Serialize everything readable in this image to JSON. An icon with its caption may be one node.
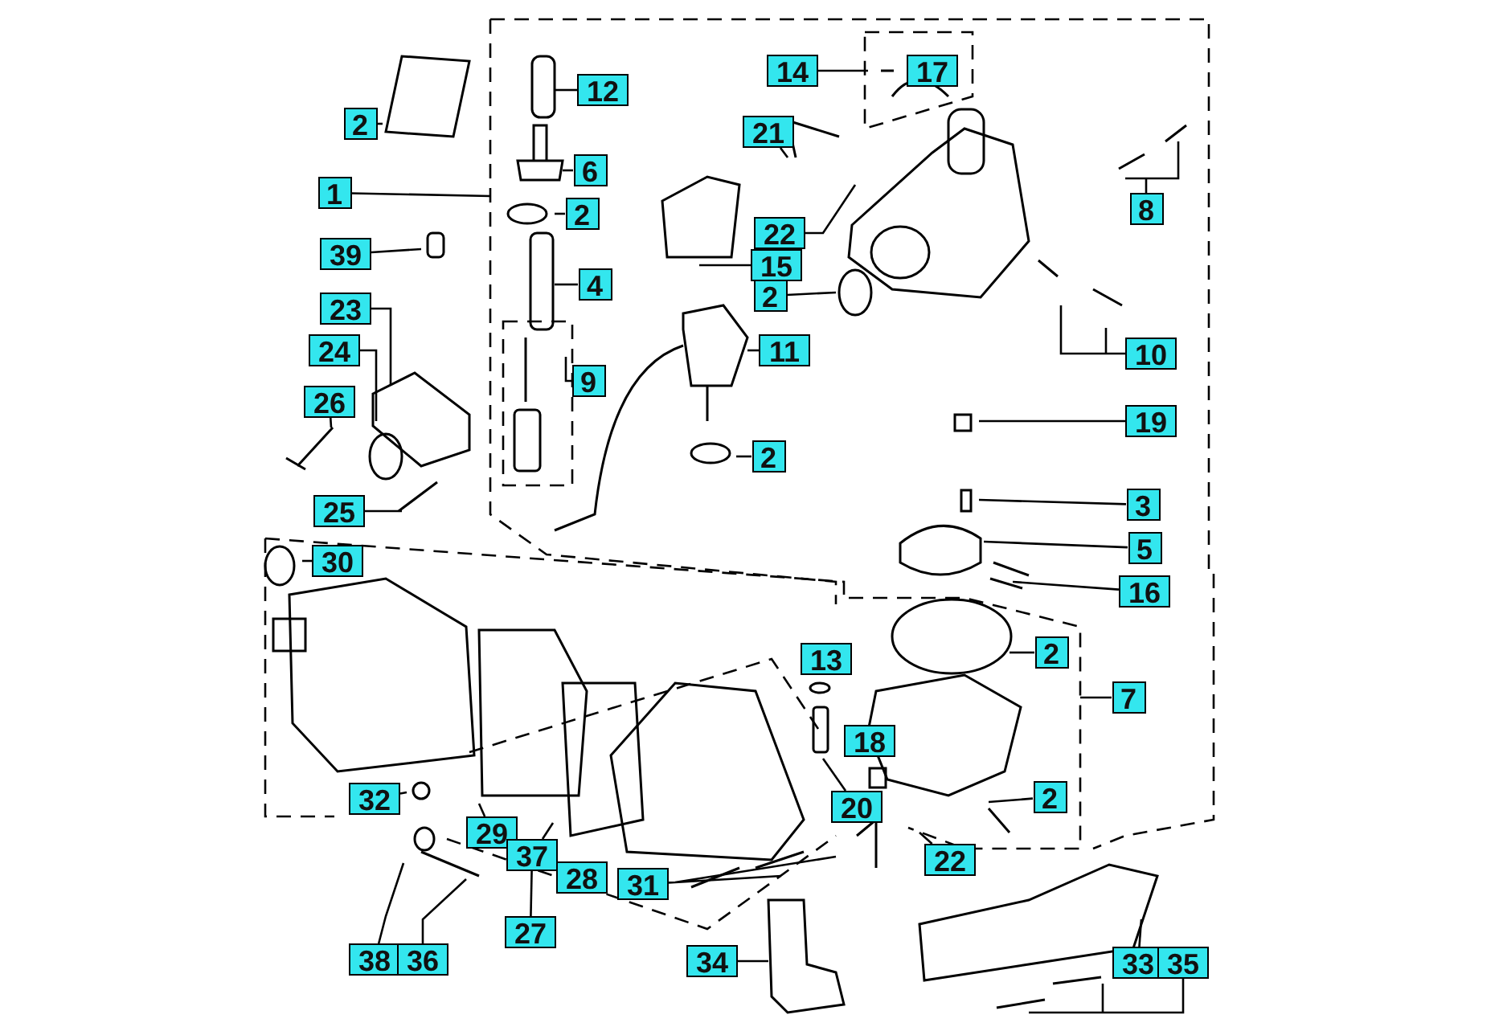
{
  "diagram": {
    "nodes": [
      {
        "text": [
          "2"
        ]
      },
      {
        "text": [
          "12"
        ]
      },
      {
        "text": [
          "1"
        ]
      },
      {
        "text": [
          "6"
        ]
      },
      {
        "text": [
          "2"
        ]
      },
      {
        "text": [
          "39"
        ]
      },
      {
        "text": [
          "4"
        ]
      },
      {
        "text": [
          "23"
        ]
      },
      {
        "text": [
          "24"
        ]
      },
      {
        "text": [
          "26"
        ]
      },
      {
        "text": [
          "9"
        ]
      },
      {
        "text": [
          "25"
        ]
      },
      {
        "text": [
          "30"
        ]
      },
      {
        "text": [
          "14"
        ]
      },
      {
        "text": [
          "17"
        ]
      },
      {
        "text": [
          "21"
        ]
      },
      {
        "text": [
          "22"
        ]
      },
      {
        "text": [
          "15"
        ]
      },
      {
        "text": [
          "2"
        ]
      },
      {
        "text": [
          "11"
        ]
      },
      {
        "text": [
          "2"
        ]
      },
      {
        "text": [
          "8"
        ]
      },
      {
        "text": [
          "10"
        ]
      },
      {
        "text": [
          "19"
        ]
      },
      {
        "text": [
          "3"
        ]
      },
      {
        "text": [
          "5"
        ]
      },
      {
        "text": [
          "16"
        ]
      },
      {
        "text": [
          "2"
        ]
      },
      {
        "text": [
          "7"
        ]
      },
      {
        "text": [
          "13"
        ]
      },
      {
        "text": [
          "18"
        ]
      },
      {
        "text": [
          "20"
        ]
      },
      {
        "text": [
          "2"
        ]
      },
      {
        "text": [
          "22"
        ]
      },
      {
        "text": [
          "32"
        ]
      },
      {
        "text": [
          "29"
        ]
      },
      {
        "text": [
          "37"
        ]
      },
      {
        "text": [
          "28"
        ]
      },
      {
        "text": [
          "31"
        ]
      },
      {
        "text": [
          "27"
        ]
      },
      {
        "text": [
          "38"
        ]
      },
      {
        "text": [
          "36"
        ]
      },
      {
        "text": [
          "34"
        ]
      },
      {
        "text": [
          "33"
        ]
      },
      {
        "text": [
          "35"
        ]
      }
    ],
    "edges": [
      {
        "from": 0,
        "to": null,
        "arrow": "none"
      },
      {
        "from": 1,
        "to": null,
        "arrow": "none"
      },
      {
        "from": 2,
        "to": null,
        "arrow": "none"
      },
      {
        "from": 3,
        "to": null,
        "arrow": "none"
      },
      {
        "from": 4,
        "to": null,
        "arrow": "none"
      },
      {
        "from": 5,
        "to": null,
        "arrow": "none"
      },
      {
        "from": 6,
        "to": null,
        "arrow": "none"
      },
      {
        "from": 7,
        "to": null,
        "arrow": "none"
      },
      {
        "from": 8,
        "to": null,
        "arrow": "none"
      },
      {
        "from": 9,
        "to": null,
        "arrow": "none"
      },
      {
        "from": 10,
        "to": null,
        "arrow": "none"
      },
      {
        "from": 11,
        "to": null,
        "arrow": "none"
      },
      {
        "from": 12,
        "to": null,
        "arrow": "none"
      },
      {
        "from": 13,
        "to": null,
        "arrow": "none"
      },
      {
        "from": 15,
        "to": null,
        "arrow": "none"
      },
      {
        "from": 16,
        "to": null,
        "arrow": "none"
      },
      {
        "from": 17,
        "to": null,
        "arrow": "none"
      },
      {
        "from": 18,
        "to": null,
        "arrow": "none"
      },
      {
        "from": 19,
        "to": null,
        "arrow": "none"
      },
      {
        "from": 20,
        "to": null,
        "arrow": "none"
      },
      {
        "from": 21,
        "to": null,
        "arrow": "none"
      },
      {
        "from": 22,
        "to": null,
        "arrow": "none"
      },
      {
        "from": 23,
        "to": null,
        "arrow": "none"
      },
      {
        "from": 24,
        "to": null,
        "arrow": "none"
      },
      {
        "from": 25,
        "to": null,
        "arrow": "none"
      },
      {
        "from": 26,
        "to": null,
        "arrow": "none"
      },
      {
        "from": 27,
        "to": null,
        "arrow": "none"
      },
      {
        "from": 28,
        "to": null,
        "arrow": "none"
      },
      {
        "from": 31,
        "to": null,
        "arrow": "none"
      },
      {
        "from": 32,
        "to": null,
        "arrow": "none"
      },
      {
        "from": 33,
        "to": null,
        "arrow": "none"
      },
      {
        "from": 34,
        "to": null,
        "arrow": "none"
      },
      {
        "from": 35,
        "to": null,
        "arrow": "none"
      },
      {
        "from": 36,
        "to": null,
        "arrow": "none"
      },
      {
        "from": 38,
        "to": null,
        "arrow": "none"
      },
      {
        "from": 39,
        "to": 36,
        "arrow": "none"
      },
      {
        "from": 40,
        "to": null,
        "arrow": "none"
      },
      {
        "from": 41,
        "to": null,
        "arrow": "none"
      },
      {
        "from": 42,
        "to": null,
        "arrow": "none"
      },
      {
        "from": 43,
        "to": null,
        "arrow": "none"
      },
      {
        "from": 44,
        "to": null,
        "arrow": "none"
      }
    ]
  }
}
